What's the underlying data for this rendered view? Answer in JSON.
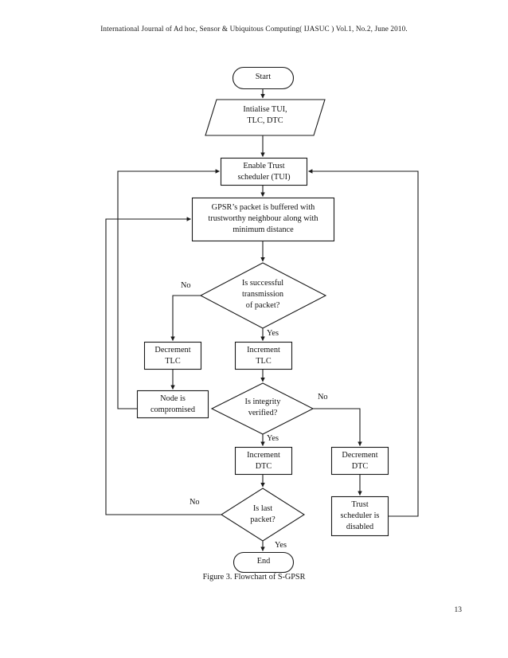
{
  "document": {
    "header": "International Journal of Ad hoc, Sensor & Ubiquitous Computing( IJASUC ) Vol.1, No.2, June 2010.",
    "page_number": "13",
    "figure_caption": "Figure 3. Flowchart of S-GPSR"
  },
  "colors": {
    "page_background": "#ffffff",
    "stroke": "#1a1a1a",
    "text": "#121212"
  },
  "chart_data": {
    "type": "diagram",
    "title": "Figure 3. Flowchart of S-GPSR",
    "nodes": [
      {
        "id": "start",
        "shape": "terminator",
        "label": "Start"
      },
      {
        "id": "init",
        "shape": "parallelogram",
        "label": "Intialise TUI,\nTLC, DTC"
      },
      {
        "id": "enable",
        "shape": "process",
        "label": "Enable Trust\nscheduler (TUI)"
      },
      {
        "id": "gpsr",
        "shape": "process",
        "label": "GPSR’s packet is buffered with\ntrustworthy neighbour along with\nminimum distance"
      },
      {
        "id": "success",
        "shape": "decision",
        "label": "Is successful\ntransmission\nof packet?"
      },
      {
        "id": "dec_tlc",
        "shape": "process",
        "label": "Decrement\nTLC"
      },
      {
        "id": "inc_tlc",
        "shape": "process",
        "label": "Increment\nTLC"
      },
      {
        "id": "compromised",
        "shape": "process",
        "label": "Node is\ncompromised"
      },
      {
        "id": "integrity",
        "shape": "decision",
        "label": "Is integrity\nverified?"
      },
      {
        "id": "inc_dtc",
        "shape": "process",
        "label": "Increment\nDTC"
      },
      {
        "id": "dec_dtc",
        "shape": "process",
        "label": "Decrement\nDTC"
      },
      {
        "id": "lastpacket",
        "shape": "decision",
        "label": "Is last\npacket?"
      },
      {
        "id": "disabled",
        "shape": "process",
        "label": "Trust\nscheduler is\ndisabled"
      },
      {
        "id": "end",
        "shape": "terminator",
        "label": "End"
      }
    ],
    "edges": [
      {
        "from": "start",
        "to": "init",
        "label": ""
      },
      {
        "from": "init",
        "to": "enable",
        "label": ""
      },
      {
        "from": "enable",
        "to": "gpsr",
        "label": ""
      },
      {
        "from": "gpsr",
        "to": "success",
        "label": ""
      },
      {
        "from": "success",
        "to": "dec_tlc",
        "label": "No"
      },
      {
        "from": "success",
        "to": "inc_tlc",
        "label": "Yes"
      },
      {
        "from": "dec_tlc",
        "to": "compromised",
        "label": ""
      },
      {
        "from": "compromised",
        "to": "enable",
        "label": ""
      },
      {
        "from": "inc_tlc",
        "to": "integrity",
        "label": ""
      },
      {
        "from": "integrity",
        "to": "inc_dtc",
        "label": "Yes"
      },
      {
        "from": "integrity",
        "to": "dec_dtc",
        "label": "No"
      },
      {
        "from": "inc_dtc",
        "to": "lastpacket",
        "label": ""
      },
      {
        "from": "dec_dtc",
        "to": "disabled",
        "label": ""
      },
      {
        "from": "lastpacket",
        "to": "gpsr",
        "label": "No"
      },
      {
        "from": "lastpacket",
        "to": "end",
        "label": "Yes"
      },
      {
        "from": "disabled",
        "to": "enable",
        "label": ""
      }
    ],
    "edge_labels": {
      "success_no": "No",
      "success_yes": "Yes",
      "integrity_yes": "Yes",
      "integrity_no": "No",
      "lastpacket_no": "No",
      "lastpacket_yes": "Yes"
    }
  }
}
